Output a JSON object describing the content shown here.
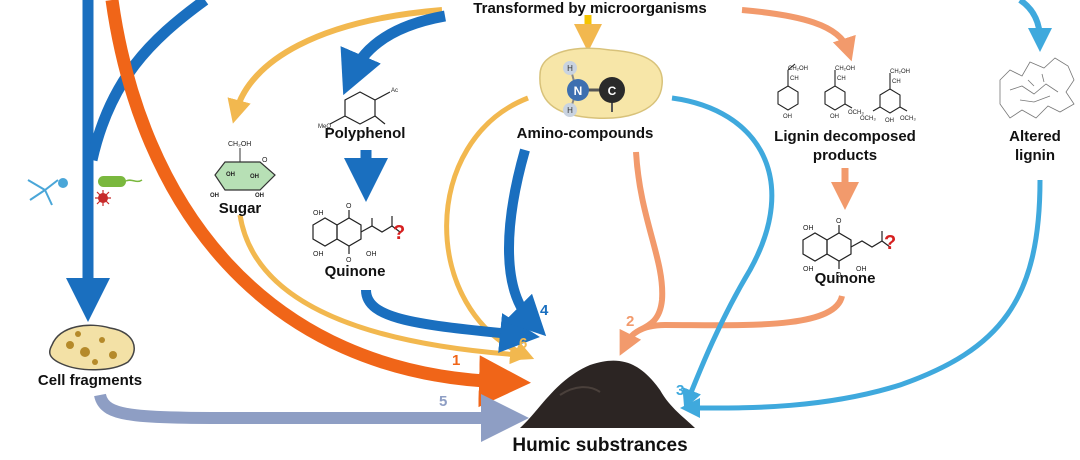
{
  "header": {
    "title": "Transformed by microorganisms"
  },
  "nodes": {
    "polyphenol": "Polyphenol",
    "amino": "Amino-compounds",
    "lignin_products_line1": "Lignin decomposed",
    "lignin_products_line2": "products",
    "altered_lignin_line1": "Altered",
    "altered_lignin_line2": "lignin",
    "sugar": "Sugar",
    "quinone_left": "Quinone",
    "quinone_right": "Quinone",
    "cell_fragments": "Cell fragments",
    "humic": "Humic substrances"
  },
  "question_mark": "?",
  "pathway_numbers": {
    "p1": "1",
    "p2": "2",
    "p3": "3",
    "p4": "4",
    "p5": "5",
    "p6": "6"
  },
  "molecule_labels": {
    "amino_n": "N",
    "amino_c": "C",
    "amino_h": "H",
    "sugar_ch2oh": "CH₂OH",
    "sugar_oh": "OH",
    "sugar_o": "O",
    "quinone_oh": "OH",
    "quinone_o": "O",
    "polyphenol_meo": "MeO",
    "polyphenol_ac": "Ac",
    "lignin_ch2oh": "CH₂OH",
    "lignin_ch": "CH",
    "lignin_oh": "OH",
    "lignin_och3": "OCH₃"
  },
  "colors": {
    "blue": "#1a6fbf",
    "orange": "#f06518",
    "yellow_orange": "#f2b84f",
    "salmon": "#f29a6c",
    "light_blue": "#3fa9dd",
    "slate": "#8e9ec4",
    "bright_yellow": "#f5c400"
  }
}
